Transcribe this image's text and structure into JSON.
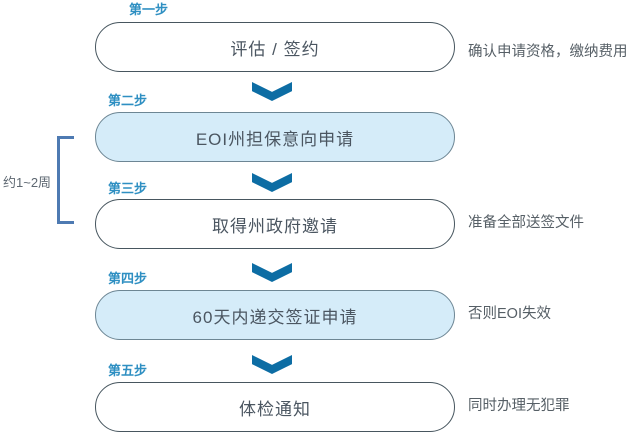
{
  "colors": {
    "step_label": "#2e8fc2",
    "arrow": "#0d6da4",
    "pill_fill_highlight": "#d5ecf9",
    "pill_fill_default": "#ffffff",
    "pill_border": "#47565f",
    "pill_text": "#4b5661",
    "note_text": "#565f66",
    "bracket": "#4e7ab2"
  },
  "flow": {
    "steps": [
      {
        "label": "第一步",
        "title": "评估 / 签约",
        "note": "确认申请资格，缴纳费用",
        "highlighted": false
      },
      {
        "label": "第二步",
        "title": "EOI州担保意向申请",
        "note": "",
        "highlighted": true
      },
      {
        "label": "第三步",
        "title": "取得州政府邀请",
        "note": "准备全部送签文件",
        "highlighted": false
      },
      {
        "label": "第四步",
        "title": "60天内递交签证申请",
        "note": "否则EOI失效",
        "highlighted": true
      },
      {
        "label": "第五步",
        "title": "体检通知",
        "note": "同时办理无犯罪",
        "highlighted": false
      }
    ],
    "bracket_label": "约1~2周"
  }
}
